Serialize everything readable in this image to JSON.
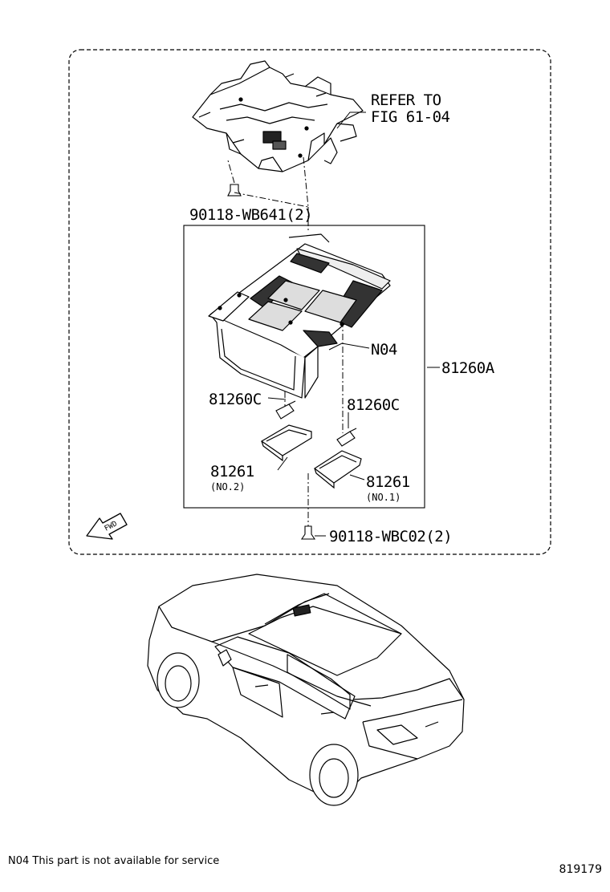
{
  "callouts": {
    "refer_line1": "REFER TO",
    "refer_line2": "FIG 61-04",
    "clip_top": "90118-WB641(2)",
    "n04": "N04",
    "lamp_assy": "81260A",
    "bulb_left": "81260C",
    "bulb_right": "81260C",
    "lens_left": "81261",
    "lens_left_sub": "(NO.2)",
    "lens_right": "81261",
    "lens_right_sub": "(NO.1)",
    "clip_bottom": "90118-WBC02(2)",
    "fwd": "FWD"
  },
  "footnote": "N04 This part is not available for service",
  "figure_number": "819179",
  "colors": {
    "line": "#000000",
    "background": "#ffffff"
  }
}
